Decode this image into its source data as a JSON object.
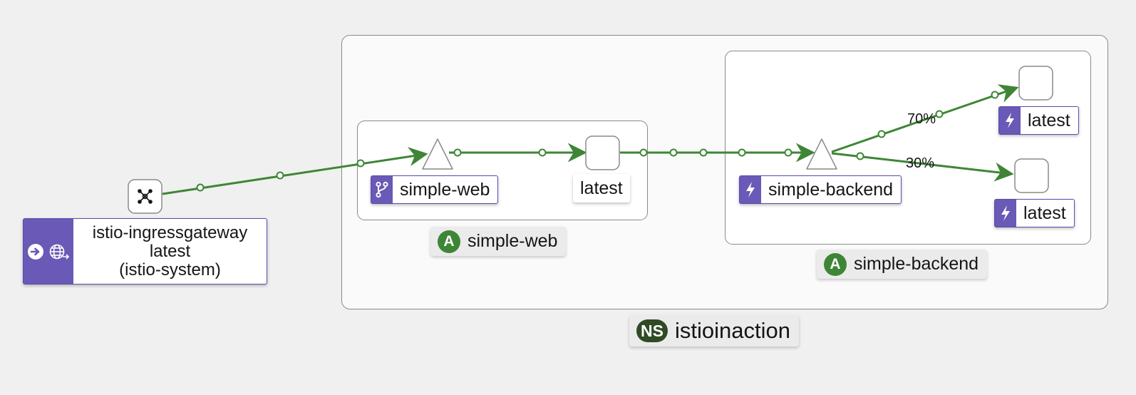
{
  "namespace": {
    "badge": "NS",
    "name": "istioinaction"
  },
  "apps": {
    "simple_web": {
      "badge": "A",
      "name": "simple-web"
    },
    "simple_backend": {
      "badge": "A",
      "name": "simple-backend"
    }
  },
  "nodes": {
    "ingress": {
      "line1": "istio-ingressgateway",
      "line2": "latest",
      "line3": "(istio-system)"
    },
    "web_service": {
      "label": "simple-web"
    },
    "web_workload": {
      "label": "latest"
    },
    "backend_service": {
      "label": "simple-backend"
    },
    "backend_v1": {
      "label": "latest"
    },
    "backend_v2": {
      "label": "latest"
    }
  },
  "edges": {
    "to_v1": {
      "label": "70%"
    },
    "to_v2": {
      "label": "30%"
    }
  },
  "colors": {
    "edge": "#3e8635",
    "service_accent": "#6a59b6",
    "app_badge": "#3e8635",
    "ns_badge": "#2f4a24"
  },
  "icons": {
    "gateway": "gateway-icon",
    "virtual_service": "branch-icon",
    "service": "lightning-icon"
  }
}
